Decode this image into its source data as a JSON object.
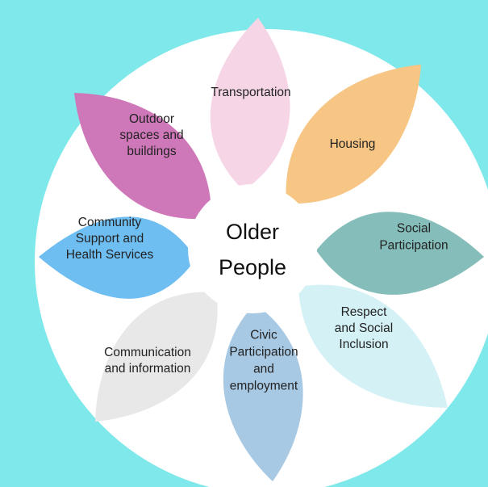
{
  "colors": {
    "background": "#7fe8ea",
    "outer_circle": "#ffffff",
    "center_circle": "#ffffff"
  },
  "center": {
    "lines": [
      "Older",
      "People"
    ]
  },
  "petals": [
    {
      "id": "transportation",
      "color": "#f6d6e6",
      "lines": [
        "Transportation"
      ]
    },
    {
      "id": "housing",
      "color": "#f7c584",
      "lines": [
        "Housing"
      ]
    },
    {
      "id": "social-participation",
      "color": "#84bdb9",
      "lines": [
        "Social",
        "Participation"
      ]
    },
    {
      "id": "respect-social-inclusion",
      "color": "#d4f1f6",
      "lines": [
        "Respect",
        "and Social",
        "Inclusion"
      ]
    },
    {
      "id": "civic-participation",
      "color": "#a8c9e4",
      "lines": [
        "Civic",
        "Participation",
        "and",
        "employment"
      ]
    },
    {
      "id": "communication-information",
      "color": "#e8e8e8",
      "lines": [
        "Communication",
        "and information"
      ]
    },
    {
      "id": "community-support",
      "color": "#6ebef2",
      "lines": [
        "Community",
        "Support and",
        "Health Services"
      ]
    },
    {
      "id": "outdoor-spaces",
      "color": "#cf78b9",
      "lines": [
        "Outdoor",
        "spaces and",
        "buildings"
      ]
    }
  ]
}
